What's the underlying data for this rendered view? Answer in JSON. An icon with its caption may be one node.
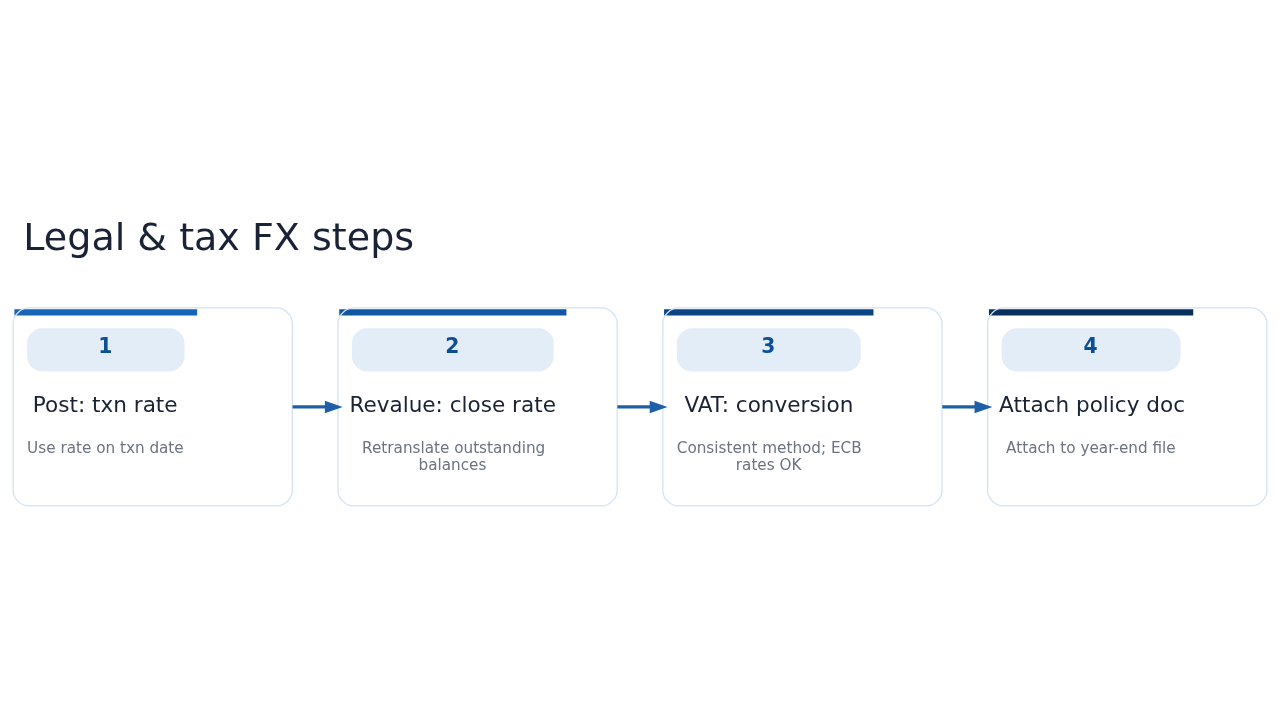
{
  "diagram": {
    "title": "Legal & tax FX steps",
    "nodes": [
      {
        "text": [
          "1",
          "Post: txn rate",
          "Use rate on txn date"
        ]
      },
      {
        "text": [
          "2",
          "Revalue: close rate",
          "Retranslate outstanding balances"
        ]
      },
      {
        "text": [
          "3",
          "VAT: conversion",
          "Consistent method; ECB rates OK"
        ]
      },
      {
        "text": [
          "4",
          "Attach policy doc",
          "Attach to year-end file"
        ]
      }
    ],
    "edges": [
      {
        "from": 0,
        "to": 1,
        "arrow": "to"
      },
      {
        "from": 1,
        "to": 2,
        "arrow": "to"
      },
      {
        "from": 2,
        "to": 3,
        "arrow": "to"
      }
    ]
  }
}
